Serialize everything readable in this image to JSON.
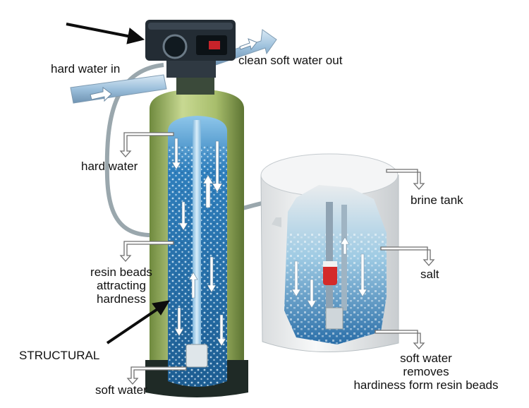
{
  "labels": {
    "hard_water_in": "hard water in",
    "clean_soft_water_out": "clean soft water out",
    "hard_water": "hard water",
    "resin_beads_1": "resin beads",
    "resin_beads_2": "attracting",
    "resin_beads_3": "hardness",
    "structural": "STRUCTURAL",
    "soft_water": "soft water",
    "brine_tank": "brine tank",
    "salt": "salt",
    "soft_water_removes_1": "soft water",
    "soft_water_removes_2": "removes",
    "soft_water_removes_3": "hardiness form resin beads"
  },
  "colors": {
    "tank_green": "#a9bf72",
    "tank_base": "#1f2a26",
    "resin_blue": "#2f77b0",
    "brine_tank_white": "#eef0f1",
    "control_valve": "#222b33",
    "pipe": "#a9c9e2"
  }
}
